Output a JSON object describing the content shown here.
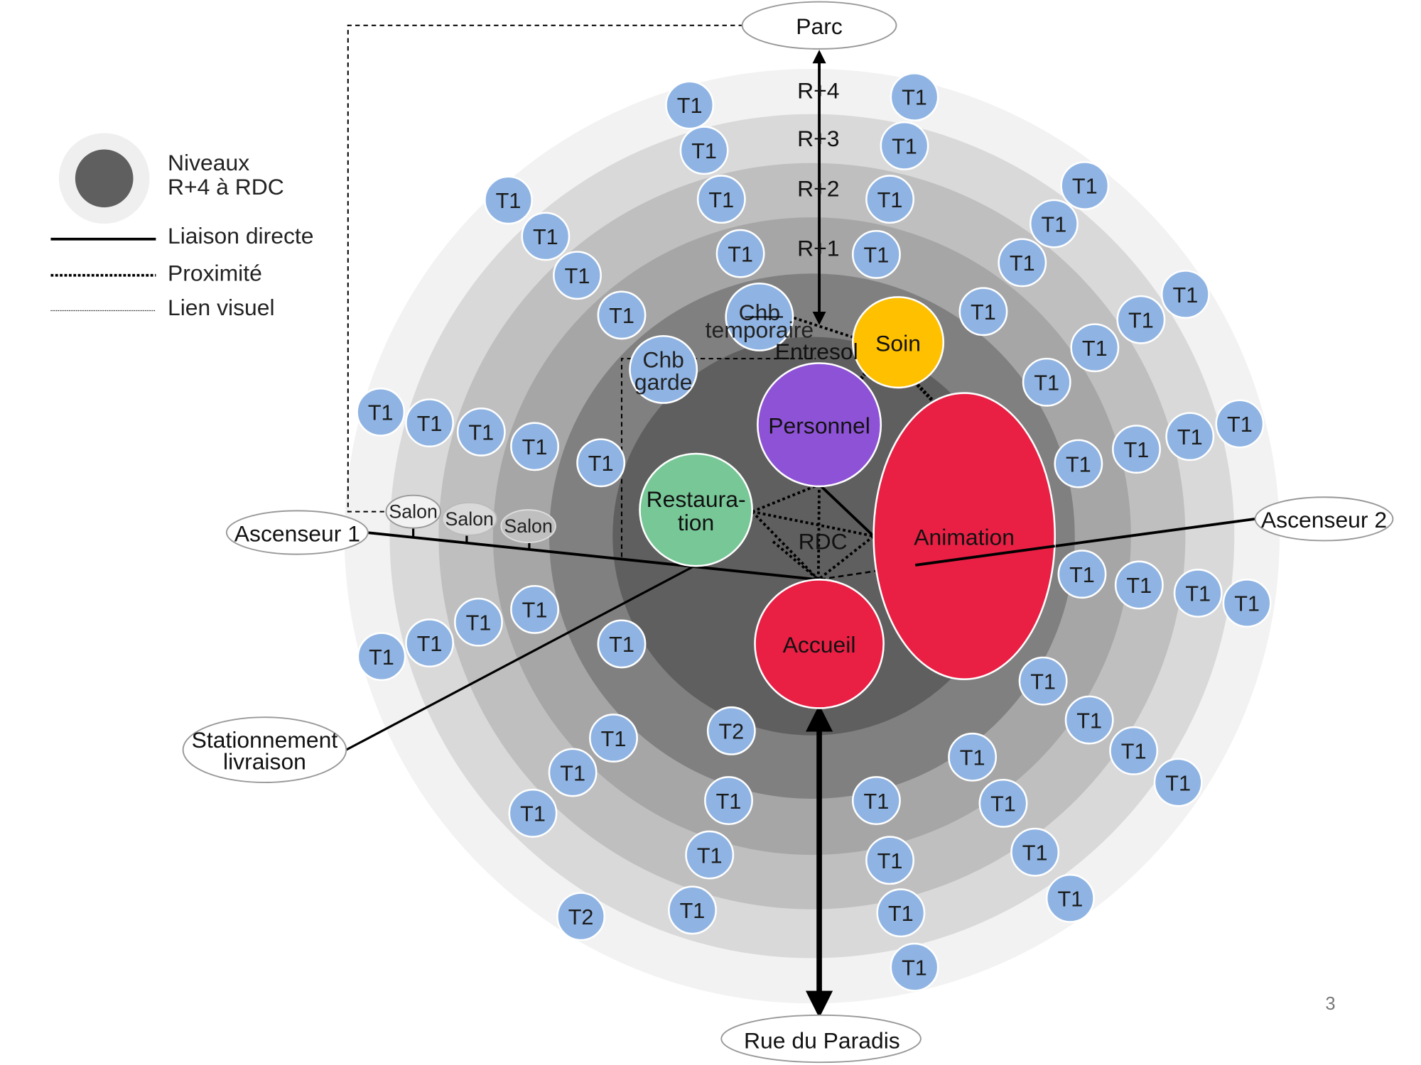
{
  "legend": {
    "levels_line1": "Niveaux",
    "levels_line2": "R+4 à RDC",
    "direct_link": "Liaison directe",
    "proximity": "Proximité",
    "visual_link": "Lien visuel"
  },
  "endpoints": {
    "parc": "Parc",
    "ascenseur1": "Ascenseur 1",
    "ascenseur2": "Ascenseur 2",
    "stationnement_line1": "Stationnement",
    "stationnement_line2": "livraison",
    "rue": "Rue du Paradis"
  },
  "levels": {
    "r4": "R+4",
    "r3": "R+3",
    "r2": "R+2",
    "r1": "R+1",
    "entresol": "Entresol",
    "rdc": "RDC"
  },
  "zones": {
    "soin": "Soin",
    "personnel": "Personnel",
    "animation": "Animation",
    "restauration_line1": "Restaura-",
    "restauration_line2": "tion",
    "accueil": "Accueil",
    "chb_garde_line1": "Chb",
    "chb_garde_line2": "garde",
    "chb_temp_line1": "Chb",
    "chb_temp_line2": "temporaire"
  },
  "salons": [
    "Salon",
    "Salon",
    "Salon"
  ],
  "units": {
    "t1": "T1",
    "t2": "T2"
  },
  "page_number": "3",
  "colors": {
    "ring_outer": "#f2f2f2",
    "ring_2": "#d9d9d9",
    "ring_3": "#bfbfbf",
    "ring_4": "#a6a6a6",
    "ring_5": "#808080",
    "ring_core": "#5f5f5f",
    "unit_fill": "#8fb4e3",
    "soin": "#ffc000",
    "personnel": "#8e52d6",
    "animation": "#ea1f44",
    "restauration": "#78c797",
    "accueil": "#ea1f44"
  }
}
